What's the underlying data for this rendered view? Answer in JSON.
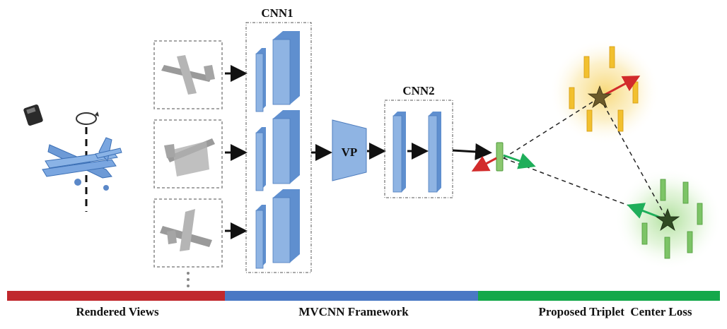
{
  "labels": {
    "cnn1": "CNN1",
    "cnn2": "CNN2",
    "vp": "VP"
  },
  "bottom_bar": {
    "sections": [
      {
        "label": "Rendered Views",
        "color": "#c0282d"
      },
      {
        "label": "MVCNN Framework",
        "color": "#4a78c4"
      },
      {
        "label": "Proposed Triplet  Center Loss",
        "color": "#14a84a"
      }
    ]
  },
  "colors": {
    "cnn_block": "#8fb4e3",
    "cnn_block_dark": "#5f8fcf",
    "yellow_cluster": "#f2c02e",
    "green_cluster": "#7cc466",
    "red_arrow": "#d22b2b",
    "green_arrow": "#1fae5a"
  },
  "icons": [
    "camera-icon",
    "rotate-icon",
    "airplane-icon"
  ]
}
